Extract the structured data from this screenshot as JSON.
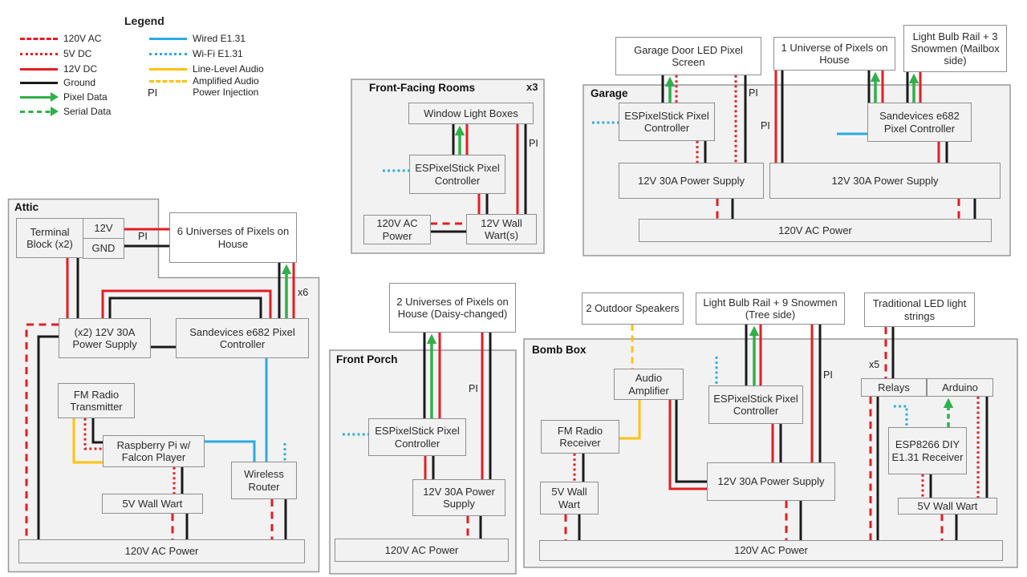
{
  "colors": {
    "wire_120v_ac_red": "#e31e24",
    "wire_ground_black": "#1a1a1a",
    "wire_pixel_data_green": "#2fb04a",
    "wire_e131_blue": "#29abe2",
    "wire_audio_yellow": "#ffc20e",
    "section_fill": "#f2f2f2"
  },
  "legend": {
    "title": "Legend",
    "col1": [
      {
        "label": "120V AC",
        "type": "red-dashed"
      },
      {
        "label": "5V DC",
        "type": "red-dotted"
      },
      {
        "label": "12V DC",
        "type": "red-solid"
      },
      {
        "label": "Ground",
        "type": "black-solid"
      },
      {
        "label": "Pixel Data",
        "type": "green-arrow"
      },
      {
        "label": "Serial Data",
        "type": "green-dashed-arrow"
      }
    ],
    "col2": [
      {
        "label": "Wired E1.31",
        "type": "blue-solid"
      },
      {
        "label": "Wi-Fi E1.31",
        "type": "blue-dotted"
      },
      {
        "label": "Line-Level Audio",
        "type": "yellow-solid"
      },
      {
        "label": "Amplified Audio",
        "type": "yellow-dashed"
      }
    ],
    "pi": {
      "abbr": "PI",
      "label": "Power Injection"
    }
  },
  "attic": {
    "title": "Attic",
    "terminal_block": "Terminal Block (x2)",
    "v12": "12V",
    "gnd": "GND",
    "pi": "PI",
    "six_universes": "6 Universes of Pixels on House",
    "x6": "x6",
    "power_supply": "(x2) 12V 30A Power Supply",
    "sandevices": "Sandevices e682 Pixel Controller",
    "fm_transmitter": "FM Radio Transmitter",
    "raspberry_pi": "Raspberry Pi w/ Falcon Player",
    "wireless_router": "Wireless Router",
    "wall_wart": "5V Wall Wart",
    "ac": "120V AC Power"
  },
  "front_rooms": {
    "title": "Front-Facing Rooms",
    "x3": "x3",
    "window_boxes": "Window Light Boxes",
    "espixelstick": "ESPixelStick Pixel Controller",
    "ac": "120V AC Power",
    "wall_wart": "12V Wall Wart(s)",
    "pi": "PI"
  },
  "garage": {
    "title": "Garage",
    "door_screen": "Garage Door LED Pixel Screen",
    "one_universe": "1 Universe of Pixels on House",
    "light_bulb_rail": "Light Bulb Rail + 3 Snowmen (Mailbox side)",
    "espixelstick": "ESPixelStick Pixel Controller",
    "sandevices": "Sandevices e682 Pixel Controller",
    "ps_left": "12V 30A Power Supply",
    "ps_right": "12V 30A Power Supply",
    "ac": "120V AC Power",
    "pi1": "PI",
    "pi2": "PI"
  },
  "front_porch": {
    "title": "Front Porch",
    "two_universes": "2 Universes of Pixels on House (Daisy-changed)",
    "espixelstick": "ESPixelStick Pixel Controller",
    "power_supply": "12V 30A Power Supply",
    "ac": "120V AC Power",
    "pi": "PI"
  },
  "bomb_box": {
    "title": "Bomb Box",
    "speakers": "2 Outdoor Speakers",
    "light_bulb_rail": "Light Bulb Rail + 9 Snowmen (Tree side)",
    "traditional_led": "Traditional LED light strings",
    "audio_amplifier": "Audio Amplifier",
    "fm_receiver": "FM Radio Receiver",
    "espixelstick": "ESPixelStick Pixel Controller",
    "power_supply": "12V 30A Power Supply",
    "wall_wart_left": "5V Wall Wart",
    "relays": "Relays",
    "arduino": "Arduino",
    "esp8266": "ESP8266 DIY E1.31 Receiver",
    "wall_wart_right": "5V Wall Wart",
    "ac": "120V AC Power",
    "pi": "PI",
    "x5": "x5"
  }
}
